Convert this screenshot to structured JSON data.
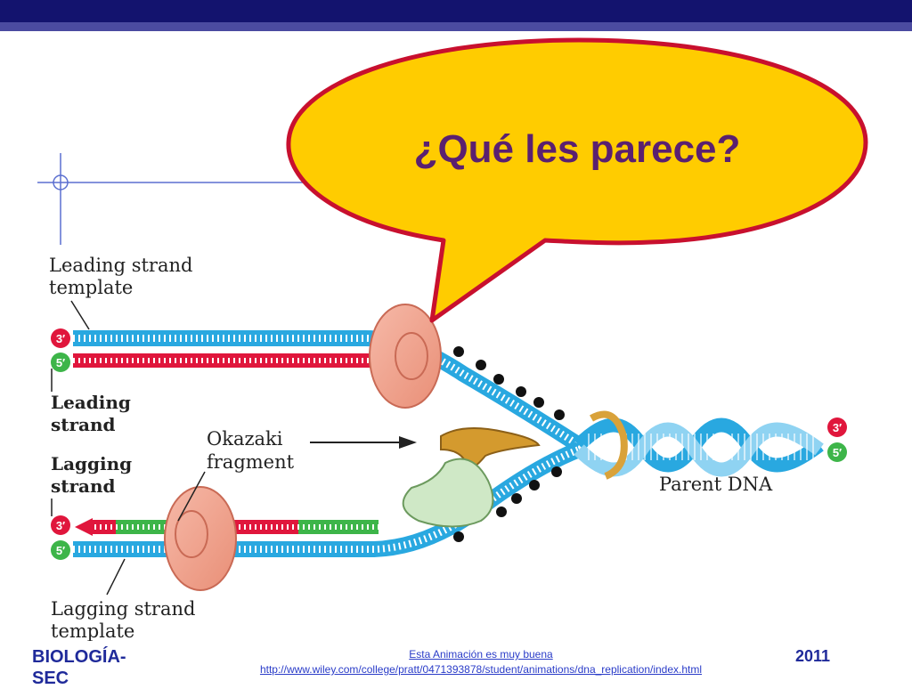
{
  "bubble": {
    "text": "¿Qué les parece?"
  },
  "labels": {
    "leading_template_line1": "Leading strand",
    "leading_template_line2": "template",
    "leading_strand_line1": "Leading",
    "leading_strand_line2": "strand",
    "lagging_strand_line1": "Lagging",
    "lagging_strand_line2": "strand",
    "okazaki_line1": "Okazaki",
    "okazaki_line2": "fragment",
    "parent_dna": "Parent DNA",
    "lagging_template_line1": "Lagging strand",
    "lagging_template_line2": "template"
  },
  "end_markers": {
    "top_three": "3′",
    "top_five": "5′",
    "bottom_three": "3′",
    "bottom_five": "5′",
    "right_three": "3′",
    "right_five": "5′"
  },
  "colors": {
    "header": "#13136e",
    "bubble_fill": "#ffcc00",
    "bubble_border": "#c8102e",
    "bubble_text": "#5a2070",
    "template_strand": "#29a8e0",
    "new_strand": "#e0163c",
    "okazaki_fragment": "#3db549"
  },
  "footer": {
    "left_line1": "BIOLOGÍA-",
    "left_line2": "SEC",
    "link_text": "Esta Animación es muy buena",
    "url": "http://www.wiley.com/college/pratt/0471393878/student/animations/dna_replication/index.html",
    "year": "2011"
  }
}
